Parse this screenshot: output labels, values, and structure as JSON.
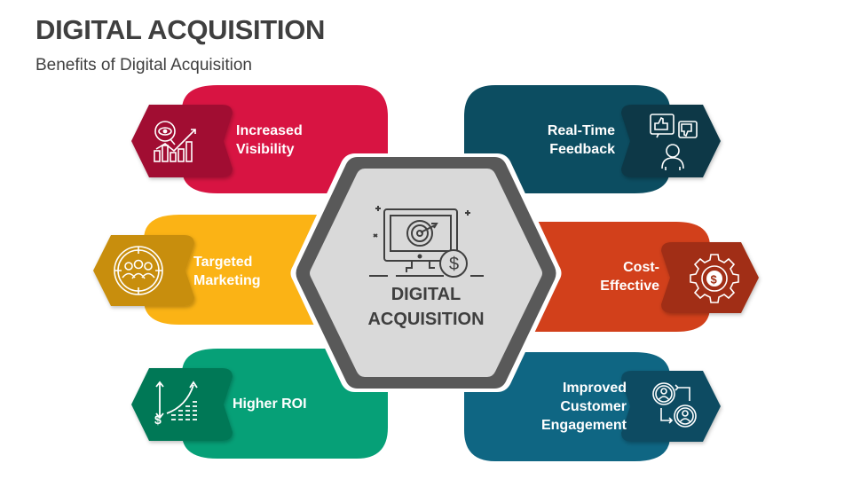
{
  "header": {
    "title": "DIGITAL ACQUISITION",
    "subtitle": "Benefits of Digital Acquisition"
  },
  "center": {
    "title_line1": "DIGITAL",
    "title_line2": "ACQUISITION",
    "icon": "monitor-target-dollar-icon",
    "fill": "#d9d9d9",
    "border": "#595959"
  },
  "benefits": [
    {
      "id": "increased-visibility",
      "line1": "Increased",
      "line2": "Visibility",
      "side": "left",
      "icon": "eye-growth-chart-icon",
      "color": "#d81442",
      "icon_bg": "#a10f32"
    },
    {
      "id": "targeted-marketing",
      "line1": "Targeted",
      "line2": "Marketing",
      "side": "left",
      "icon": "audience-target-icon",
      "color": "#fbb315",
      "icon_bg": "#c88e10"
    },
    {
      "id": "higher-roi",
      "line1": "Higher ROI",
      "line2": "",
      "side": "left",
      "icon": "roi-growth-icon",
      "color": "#06a077",
      "icon_bg": "#067857"
    },
    {
      "id": "real-time-feedback",
      "line1": "Real-Time",
      "line2": "Feedback",
      "side": "right",
      "icon": "feedback-thumbs-icon",
      "color": "#0c4d61",
      "icon_bg": "#093947"
    },
    {
      "id": "cost-effective",
      "line1": "Cost-",
      "line2": "Effective",
      "side": "right",
      "icon": "gear-dollar-icon",
      "color": "#d2401b",
      "icon_bg": "#a12f14"
    },
    {
      "id": "improved-customer-engagement",
      "line1": "Improved",
      "line2": "Customer",
      "line3": "Engagement",
      "side": "right",
      "icon": "customer-exchange-icon",
      "color": "#0f6683",
      "icon_bg": "#0b4c62"
    }
  ]
}
